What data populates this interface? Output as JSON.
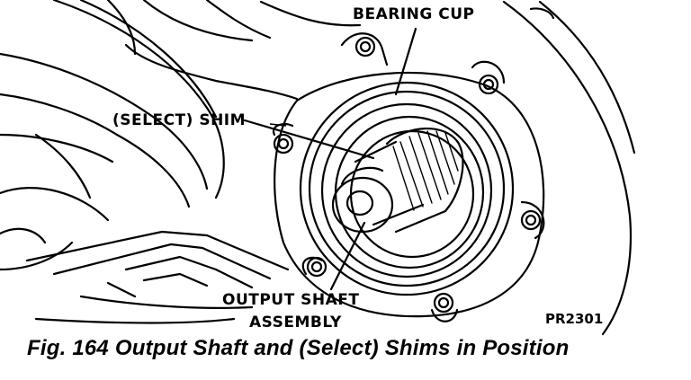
{
  "labels": {
    "bearing_cup": "BEARING CUP",
    "select_shim": "(SELECT) SHIM",
    "output_shaft_line1": "OUTPUT SHAFT",
    "output_shaft_line2": "ASSEMBLY"
  },
  "figure_code": "PR2301",
  "caption": "Fig. 164 Output Shaft and (Select) Shims in Position"
}
